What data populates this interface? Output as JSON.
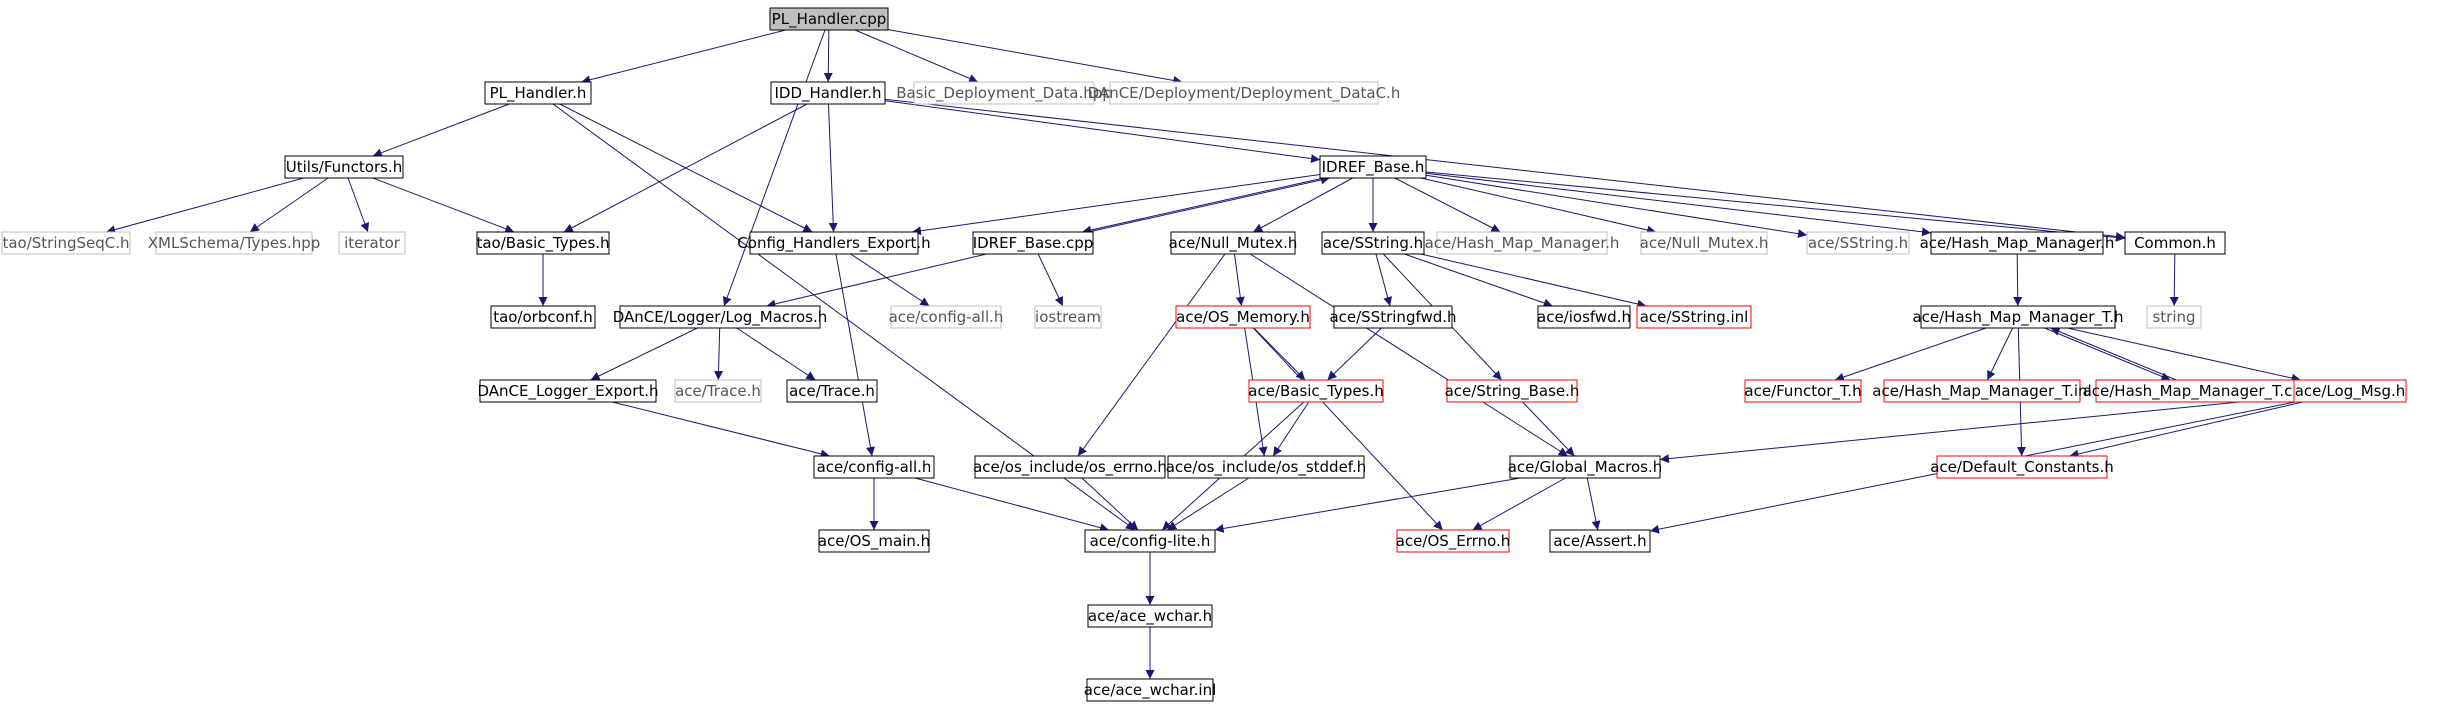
{
  "title": "PL_Handler.cpp",
  "colors": {
    "edge": "#191970",
    "border_black": "#000000",
    "border_gray": "#bfbfbf",
    "border_red": "#ff0000",
    "root_fill": "#bfbfbf",
    "text_black": "#000000",
    "text_gray": "#555555"
  },
  "nodes": [
    {
      "id": "pl_handler_cpp",
      "label": "PL_Handler.cpp",
      "style": "root"
    },
    {
      "id": "pl_handler_h",
      "label": "PL_Handler.h",
      "style": "black"
    },
    {
      "id": "idd_handler_h",
      "label": "IDD_Handler.h",
      "style": "black"
    },
    {
      "id": "basic_deployment_data",
      "label": "Basic_Deployment_Data.hpp",
      "style": "gray"
    },
    {
      "id": "dance_deployment_datac",
      "label": "DAnCE/Deployment/Deployment_DataC.h",
      "style": "gray"
    },
    {
      "id": "utils_functors",
      "label": "Utils/Functors.h",
      "style": "black"
    },
    {
      "id": "idref_base_h",
      "label": "IDREF_Base.h",
      "style": "black"
    },
    {
      "id": "tao_stringseqc",
      "label": "tao/StringSeqC.h",
      "style": "gray"
    },
    {
      "id": "xmlschema_types",
      "label": "XMLSchema/Types.hpp",
      "style": "gray"
    },
    {
      "id": "iterator",
      "label": "iterator",
      "style": "gray"
    },
    {
      "id": "tao_basic_types",
      "label": "tao/Basic_Types.h",
      "style": "black"
    },
    {
      "id": "config_handlers_export",
      "label": "Config_Handlers_Export.h",
      "style": "black"
    },
    {
      "id": "idref_base_cpp",
      "label": "IDREF_Base.cpp",
      "style": "black"
    },
    {
      "id": "ace_null_mutex_b",
      "label": "ace/Null_Mutex.h",
      "style": "black"
    },
    {
      "id": "ace_sstring_b",
      "label": "ace/SString.h",
      "style": "black"
    },
    {
      "id": "ace_hash_map_manager_g",
      "label": "ace/Hash_Map_Manager.h",
      "style": "gray"
    },
    {
      "id": "ace_null_mutex_g",
      "label": "ace/Null_Mutex.h",
      "style": "gray"
    },
    {
      "id": "ace_sstring_g",
      "label": "ace/SString.h",
      "style": "gray"
    },
    {
      "id": "ace_hash_map_manager_b",
      "label": "ace/Hash_Map_Manager.h",
      "style": "black"
    },
    {
      "id": "common_h",
      "label": "Common.h",
      "style": "black"
    },
    {
      "id": "tao_orbconf",
      "label": "tao/orbconf.h",
      "style": "black"
    },
    {
      "id": "dance_log_macros",
      "label": "DAnCE/Logger/Log_Macros.h",
      "style": "black"
    },
    {
      "id": "ace_config_all_g",
      "label": "ace/config-all.h",
      "style": "gray"
    },
    {
      "id": "iostream",
      "label": "iostream",
      "style": "gray"
    },
    {
      "id": "ace_os_memory",
      "label": "ace/OS_Memory.h",
      "style": "red"
    },
    {
      "id": "ace_sstringfwd",
      "label": "ace/SStringfwd.h",
      "style": "black"
    },
    {
      "id": "ace_iosfwd",
      "label": "ace/iosfwd.h",
      "style": "black"
    },
    {
      "id": "ace_sstring_inl",
      "label": "ace/SString.inl",
      "style": "red"
    },
    {
      "id": "ace_hash_map_manager_t_h",
      "label": "ace/Hash_Map_Manager_T.h",
      "style": "black"
    },
    {
      "id": "string",
      "label": "string",
      "style": "gray"
    },
    {
      "id": "dance_logger_export",
      "label": "DAnCE_Logger_Export.h",
      "style": "black"
    },
    {
      "id": "ace_trace_g",
      "label": "ace/Trace.h",
      "style": "gray"
    },
    {
      "id": "ace_trace_b",
      "label": "ace/Trace.h",
      "style": "black"
    },
    {
      "id": "ace_basic_types",
      "label": "ace/Basic_Types.h",
      "style": "red"
    },
    {
      "id": "ace_string_base",
      "label": "ace/String_Base.h",
      "style": "red"
    },
    {
      "id": "ace_functor_t",
      "label": "ace/Functor_T.h",
      "style": "red"
    },
    {
      "id": "ace_hash_map_manager_t_inl",
      "label": "ace/Hash_Map_Manager_T.inl",
      "style": "red"
    },
    {
      "id": "ace_hash_map_manager_t_cpp",
      "label": "ace/Hash_Map_Manager_T.cpp",
      "style": "red"
    },
    {
      "id": "ace_log_msg",
      "label": "ace/Log_Msg.h",
      "style": "red"
    },
    {
      "id": "ace_config_all_b",
      "label": "ace/config-all.h",
      "style": "black"
    },
    {
      "id": "ace_os_errno_h",
      "label": "ace/os_include/os_errno.h",
      "style": "black"
    },
    {
      "id": "ace_os_stddef",
      "label": "ace/os_include/os_stddef.h",
      "style": "black"
    },
    {
      "id": "ace_global_macros",
      "label": "ace/Global_Macros.h",
      "style": "black"
    },
    {
      "id": "ace_default_constants",
      "label": "ace/Default_Constants.h",
      "style": "red"
    },
    {
      "id": "ace_os_main",
      "label": "ace/OS_main.h",
      "style": "black"
    },
    {
      "id": "ace_config_lite",
      "label": "ace/config-lite.h",
      "style": "black"
    },
    {
      "id": "ace_os_errno",
      "label": "ace/OS_Errno.h",
      "style": "red"
    },
    {
      "id": "ace_assert",
      "label": "ace/Assert.h",
      "style": "black"
    },
    {
      "id": "ace_ace_wchar_h",
      "label": "ace/ace_wchar.h",
      "style": "black"
    },
    {
      "id": "ace_ace_wchar_inl",
      "label": "ace/ace_wchar.inl",
      "style": "black"
    }
  ],
  "edges": [
    [
      "pl_handler_cpp",
      "pl_handler_h"
    ],
    [
      "pl_handler_cpp",
      "idd_handler_h"
    ],
    [
      "pl_handler_cpp",
      "basic_deployment_data"
    ],
    [
      "pl_handler_cpp",
      "dance_deployment_datac"
    ],
    [
      "pl_handler_cpp",
      "dance_log_macros"
    ],
    [
      "pl_handler_h",
      "utils_functors"
    ],
    [
      "pl_handler_h",
      "config_handlers_export"
    ],
    [
      "pl_handler_h",
      "ace_config_lite"
    ],
    [
      "idd_handler_h",
      "tao_basic_types"
    ],
    [
      "idd_handler_h",
      "config_handlers_export"
    ],
    [
      "idd_handler_h",
      "idref_base_h"
    ],
    [
      "idd_handler_h",
      "common_h"
    ],
    [
      "utils_functors",
      "tao_stringseqc"
    ],
    [
      "utils_functors",
      "xmlschema_types"
    ],
    [
      "utils_functors",
      "iterator"
    ],
    [
      "utils_functors",
      "tao_basic_types"
    ],
    [
      "idref_base_h",
      "config_handlers_export"
    ],
    [
      "idref_base_h",
      "idref_base_cpp"
    ],
    [
      "idref_base_h",
      "ace_null_mutex_b"
    ],
    [
      "idref_base_h",
      "ace_sstring_b"
    ],
    [
      "idref_base_h",
      "ace_hash_map_manager_g"
    ],
    [
      "idref_base_h",
      "ace_null_mutex_g"
    ],
    [
      "idref_base_h",
      "ace_sstring_g"
    ],
    [
      "idref_base_h",
      "ace_hash_map_manager_b"
    ],
    [
      "idref_base_h",
      "common_h"
    ],
    [
      "idref_base_cpp",
      "idref_base_h"
    ],
    [
      "idref_base_cpp",
      "dance_log_macros"
    ],
    [
      "idref_base_cpp",
      "iostream"
    ],
    [
      "tao_basic_types",
      "tao_orbconf"
    ],
    [
      "config_handlers_export",
      "ace_config_all_g"
    ],
    [
      "config_handlers_export",
      "ace_config_all_b"
    ],
    [
      "ace_null_mutex_b",
      "ace_os_memory"
    ],
    [
      "ace_null_mutex_b",
      "ace_os_errno_h"
    ],
    [
      "ace_null_mutex_b",
      "ace_global_macros"
    ],
    [
      "ace_sstring_b",
      "ace_sstringfwd"
    ],
    [
      "ace_sstring_b",
      "ace_iosfwd"
    ],
    [
      "ace_sstring_b",
      "ace_sstring_inl"
    ],
    [
      "ace_sstring_b",
      "ace_string_base"
    ],
    [
      "ace_hash_map_manager_b",
      "ace_hash_map_manager_t_h"
    ],
    [
      "common_h",
      "string"
    ],
    [
      "dance_log_macros",
      "dance_logger_export"
    ],
    [
      "dance_log_macros",
      "ace_trace_g"
    ],
    [
      "dance_log_macros",
      "ace_trace_b"
    ],
    [
      "dance_logger_export",
      "ace_config_all_b"
    ],
    [
      "ace_os_memory",
      "ace_basic_types"
    ],
    [
      "ace_os_memory",
      "ace_os_stddef"
    ],
    [
      "ace_os_memory",
      "ace_os_errno"
    ],
    [
      "ace_sstringfwd",
      "ace_basic_types"
    ],
    [
      "ace_basic_types",
      "ace_os_stddef"
    ],
    [
      "ace_basic_types",
      "ace_config_lite"
    ],
    [
      "ace_string_base",
      "ace_global_macros"
    ],
    [
      "ace_hash_map_manager_t_h",
      "ace_functor_t"
    ],
    [
      "ace_hash_map_manager_t_h",
      "ace_hash_map_manager_t_inl"
    ],
    [
      "ace_hash_map_manager_t_h",
      "ace_hash_map_manager_t_cpp"
    ],
    [
      "ace_hash_map_manager_t_h",
      "ace_log_msg"
    ],
    [
      "ace_hash_map_manager_t_h",
      "ace_default_constants"
    ],
    [
      "ace_hash_map_manager_t_cpp",
      "ace_hash_map_manager_t_h"
    ],
    [
      "ace_log_msg",
      "ace_global_macros"
    ],
    [
      "ace_log_msg",
      "ace_default_constants"
    ],
    [
      "ace_log_msg",
      "ace_assert"
    ],
    [
      "ace_config_all_b",
      "ace_os_main"
    ],
    [
      "ace_config_all_b",
      "ace_config_lite"
    ],
    [
      "ace_os_errno_h",
      "ace_config_lite"
    ],
    [
      "ace_os_stddef",
      "ace_config_lite"
    ],
    [
      "ace_global_macros",
      "ace_config_lite"
    ],
    [
      "ace_global_macros",
      "ace_os_errno"
    ],
    [
      "ace_global_macros",
      "ace_assert"
    ],
    [
      "ace_config_lite",
      "ace_ace_wchar_h"
    ],
    [
      "ace_ace_wchar_h",
      "ace_ace_wchar_inl"
    ]
  ]
}
